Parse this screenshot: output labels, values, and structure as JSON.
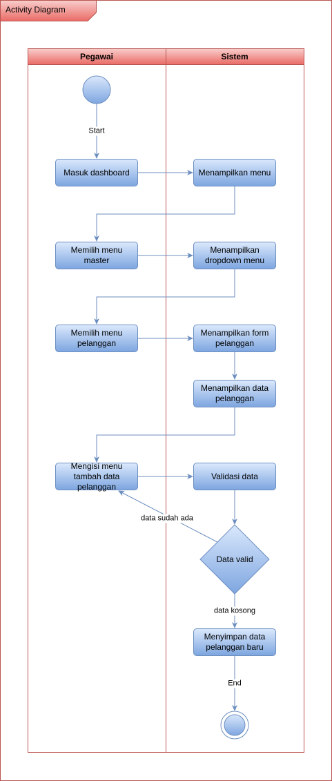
{
  "diagram": {
    "title": "Activity Diagram",
    "lanes": {
      "pegawai": "Pegawai",
      "sistem": "Sistem"
    },
    "nodes": {
      "masuk_dashboard": "Masuk dashboard",
      "menampilkan_menu": "Menampilkan menu",
      "memilih_menu_master": "Memilih menu master",
      "menampilkan_dropdown": "Menampilkan dropdown menu",
      "memilih_menu_pelanggan": "Memilih menu pelanggan",
      "menampilkan_form": "Menampilkan form pelanggan",
      "menampilkan_data": "Menampilkan data pelanggan",
      "mengisi_menu": "Mengisi menu tambah data pelanggan",
      "validasi_data": "Validasi data",
      "data_valid": "Data valid",
      "menyimpan_data": "Menyimpan data pelanggan baru"
    },
    "edge_labels": {
      "start": "Start",
      "data_sudah_ada": "data sudah ada",
      "data_kosong": "data kosong",
      "end": "End"
    },
    "colors": {
      "frame_border": "#b85450",
      "lane_header_top": "#f8cecc",
      "lane_header_bottom": "#ea6b66",
      "node_fill_top": "#dae8fc",
      "node_fill_bottom": "#7ea6e0",
      "node_border": "#6c8ebf",
      "edge": "#6c8ebf"
    }
  }
}
